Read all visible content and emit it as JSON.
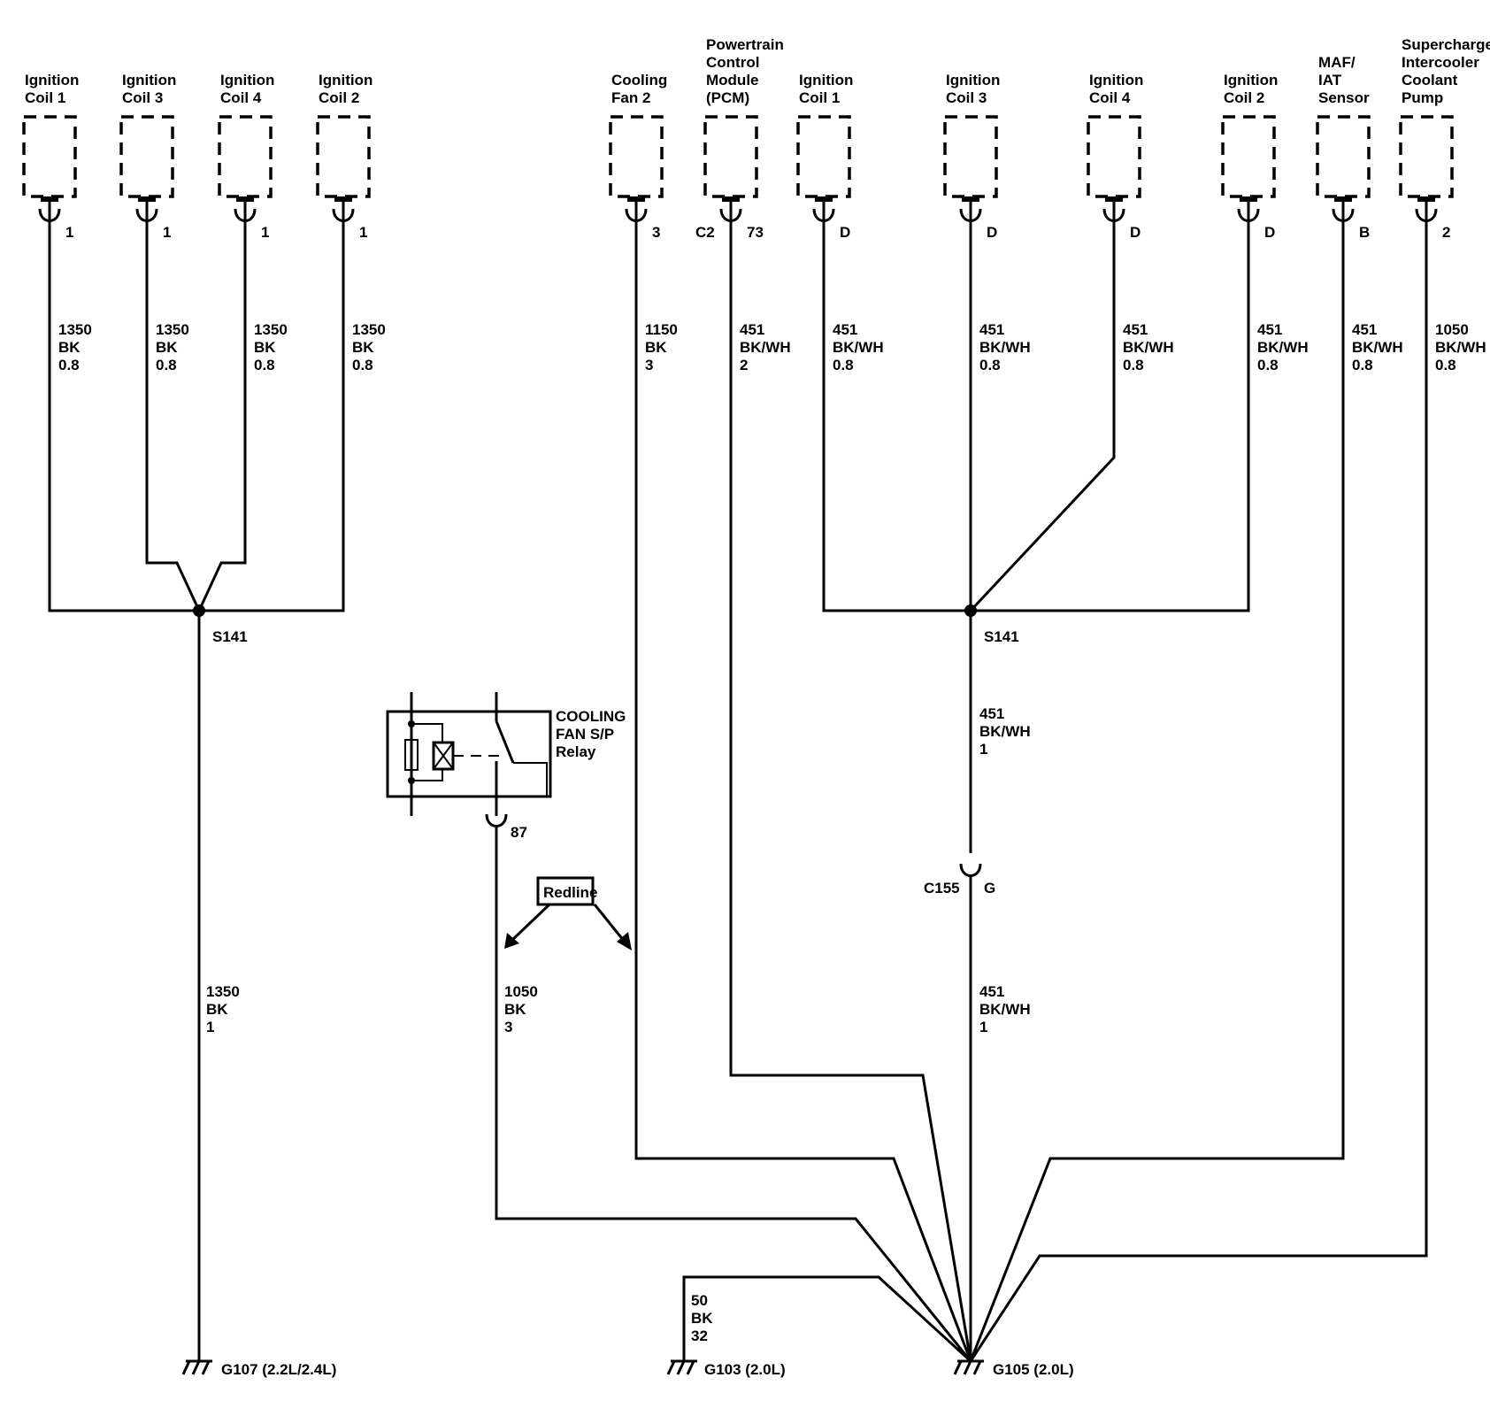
{
  "components": [
    {
      "id": "lic1",
      "label": [
        "Ignition",
        "Coil 1"
      ],
      "pin": "1",
      "circuit": [
        "1350",
        "BK",
        "0.8"
      ]
    },
    {
      "id": "lic3",
      "label": [
        "Ignition",
        "Coil 3"
      ],
      "pin": "1",
      "circuit": [
        "1350",
        "BK",
        "0.8"
      ]
    },
    {
      "id": "lic4",
      "label": [
        "Ignition",
        "Coil 4"
      ],
      "pin": "1",
      "circuit": [
        "1350",
        "BK",
        "0.8"
      ]
    },
    {
      "id": "lic2",
      "label": [
        "Ignition",
        "Coil 2"
      ],
      "pin": "1",
      "circuit": [
        "1350",
        "BK",
        "0.8"
      ]
    },
    {
      "id": "cf2",
      "label": [
        "Cooling",
        "Fan 2"
      ],
      "pin": "3",
      "circuit": [
        "1150",
        "BK",
        "3"
      ]
    },
    {
      "id": "pcm",
      "label": [
        "Powertrain",
        "Control",
        "Module",
        "(PCM)"
      ],
      "connector": "C2",
      "pin": "73",
      "circuit": [
        "451",
        "BK/WH",
        "2"
      ]
    },
    {
      "id": "ric1",
      "label": [
        "Ignition",
        "Coil 1"
      ],
      "pin": "D",
      "circuit": [
        "451",
        "BK/WH",
        "0.8"
      ]
    },
    {
      "id": "ric3",
      "label": [
        "Ignition",
        "Coil 3"
      ],
      "pin": "D",
      "circuit": [
        "451",
        "BK/WH",
        "0.8"
      ]
    },
    {
      "id": "ric4",
      "label": [
        "Ignition",
        "Coil 4"
      ],
      "pin": "D",
      "circuit": [
        "451",
        "BK/WH",
        "0.8"
      ]
    },
    {
      "id": "ric2",
      "label": [
        "Ignition",
        "Coil 2"
      ],
      "pin": "D",
      "circuit": [
        "451",
        "BK/WH",
        "0.8"
      ]
    },
    {
      "id": "maf",
      "label": [
        "MAF/",
        "IAT",
        "Sensor"
      ],
      "pin": "B",
      "circuit": [
        "451",
        "BK/WH",
        "0.8"
      ]
    },
    {
      "id": "scp",
      "label": [
        "Supercharger",
        "Intercooler",
        "Coolant",
        "Pump"
      ],
      "pin": "2",
      "circuit": [
        "1050",
        "BK/WH",
        "0.8"
      ]
    }
  ],
  "splices": {
    "left": "S141",
    "right": "S141"
  },
  "left_trunk_circuit": [
    "1350",
    "BK",
    "1"
  ],
  "right_trunk_upper_circuit": [
    "451",
    "BK/WH",
    "1"
  ],
  "right_trunk_lower_circuit": [
    "451",
    "BK/WH",
    "1"
  ],
  "connector_c155": {
    "name": "C155",
    "pin": "G"
  },
  "relay": {
    "label": [
      "COOLING",
      "FAN S/P",
      "Relay"
    ],
    "pin": "87",
    "circuit": [
      "1050",
      "BK",
      "3"
    ]
  },
  "redline_label": "Redline",
  "g103_circuit": [
    "50",
    "BK",
    "32"
  ],
  "grounds": {
    "g107": "G107 (2.2L/2.4L)",
    "g103": "G103 (2.0L)",
    "g105": "G105 (2.0L)"
  }
}
